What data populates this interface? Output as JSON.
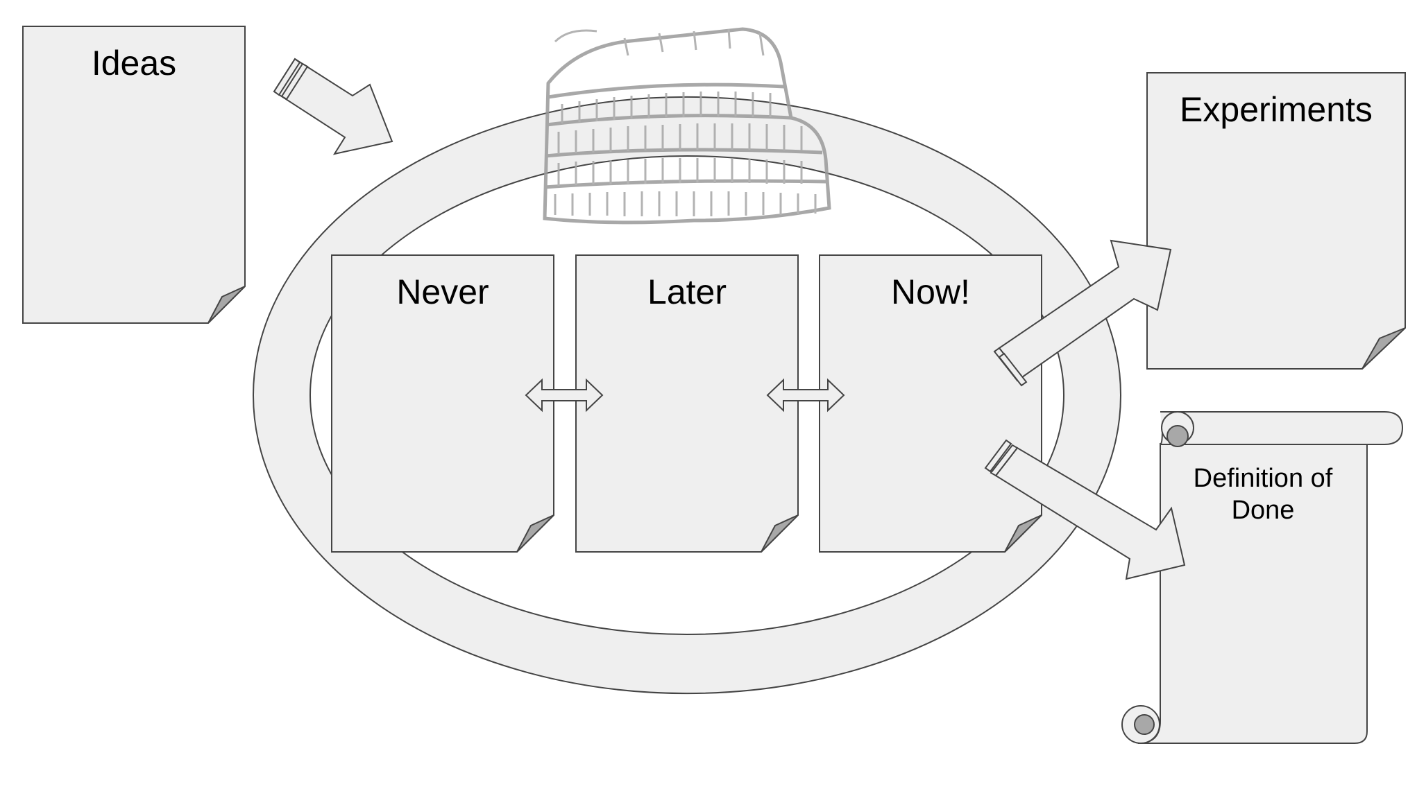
{
  "cards": {
    "ideas": "Ideas",
    "never": "Never",
    "later": "Later",
    "now": "Now!",
    "experiments": "Experiments"
  },
  "scroll": {
    "line1": "Definition of",
    "line2": "Done"
  },
  "icons": {
    "colosseum": "colosseum-icon",
    "cycle": "cycle-ring",
    "arrow": "block-arrow",
    "double_arrow": "double-arrow"
  },
  "colors": {
    "shape_fill": "#efefef",
    "outline": "#444444",
    "fold": "#a8a8a8",
    "colosseum": "#9a9a9a"
  }
}
